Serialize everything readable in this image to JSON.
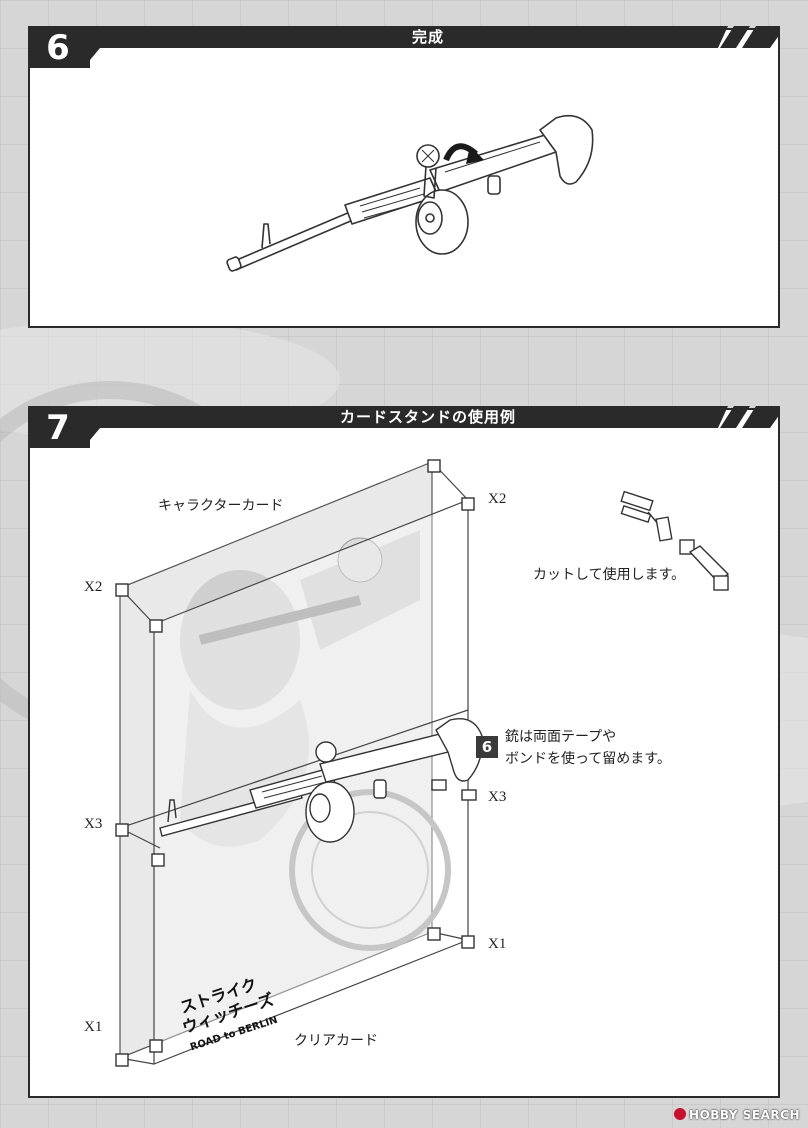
{
  "steps": [
    {
      "number": "6",
      "title": "完成"
    },
    {
      "number": "7",
      "title": "カードスタンドの使用例"
    }
  ],
  "step7": {
    "character_card_label": "キャラクターカード",
    "clear_card_label": "クリアカード",
    "cut_note": "カットして使用します。",
    "attach_badge": "6",
    "attach_note_line1": "銃は両面テープや",
    "attach_note_line2": "ボンドを使って留めます。",
    "multipliers": {
      "x2_right": "X2",
      "x2_left": "X2",
      "x3_left": "X3",
      "x3_right": "X3",
      "x1_right": "X1",
      "x1_left": "X1"
    },
    "card_logo": {
      "line1": "ストライク",
      "line2": "ウィッチーズ",
      "line3": "ROAD to BERLIN"
    }
  },
  "watermark": "HOBBY SEARCH",
  "colors": {
    "header_dark": "#2a2a2a",
    "page_bg": "#d2d2d2",
    "panel_bg": "#ffffff"
  }
}
